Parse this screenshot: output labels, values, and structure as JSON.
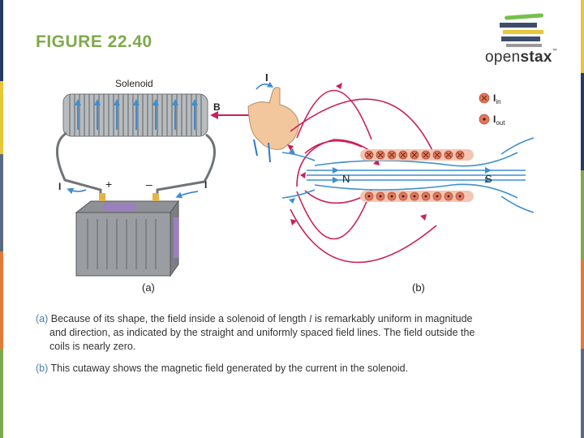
{
  "title": "FIGURE 22.40",
  "logo": {
    "text_light": "open",
    "text_bold": "stax",
    "tm": "™"
  },
  "figure_a": {
    "solenoid_label": "Solenoid",
    "field_label": "B",
    "current_label": "I",
    "current_left": "I",
    "current_right": "I",
    "plus": "+",
    "minus": "–",
    "panel_label": "(a)"
  },
  "figure_b": {
    "north": "N",
    "south": "S",
    "legend_in_symbol": "I",
    "legend_in_sub": "in",
    "legend_out_symbol": "I",
    "legend_out_sub": "out",
    "panel_label": "(b)"
  },
  "caption_a": {
    "prefix": "(a)",
    "text_1": " Because of its shape, the field inside a solenoid of length ",
    "var": "l",
    "text_2": " is remarkably uniform in magnitude",
    "text_3": "and direction, as indicated by the straight and uniformly spaced field lines. The field outside the",
    "text_4": "coils is nearly zero."
  },
  "caption_b": {
    "prefix": "(b)",
    "text": " This cutaway shows the magnetic field generated by the current in the solenoid."
  },
  "colors": {
    "title": "#7fa94a",
    "field_lines_inside": "#3d8ed0",
    "field_lines_outside": "#cc1f5a",
    "coil_dots": "#e2775c"
  }
}
